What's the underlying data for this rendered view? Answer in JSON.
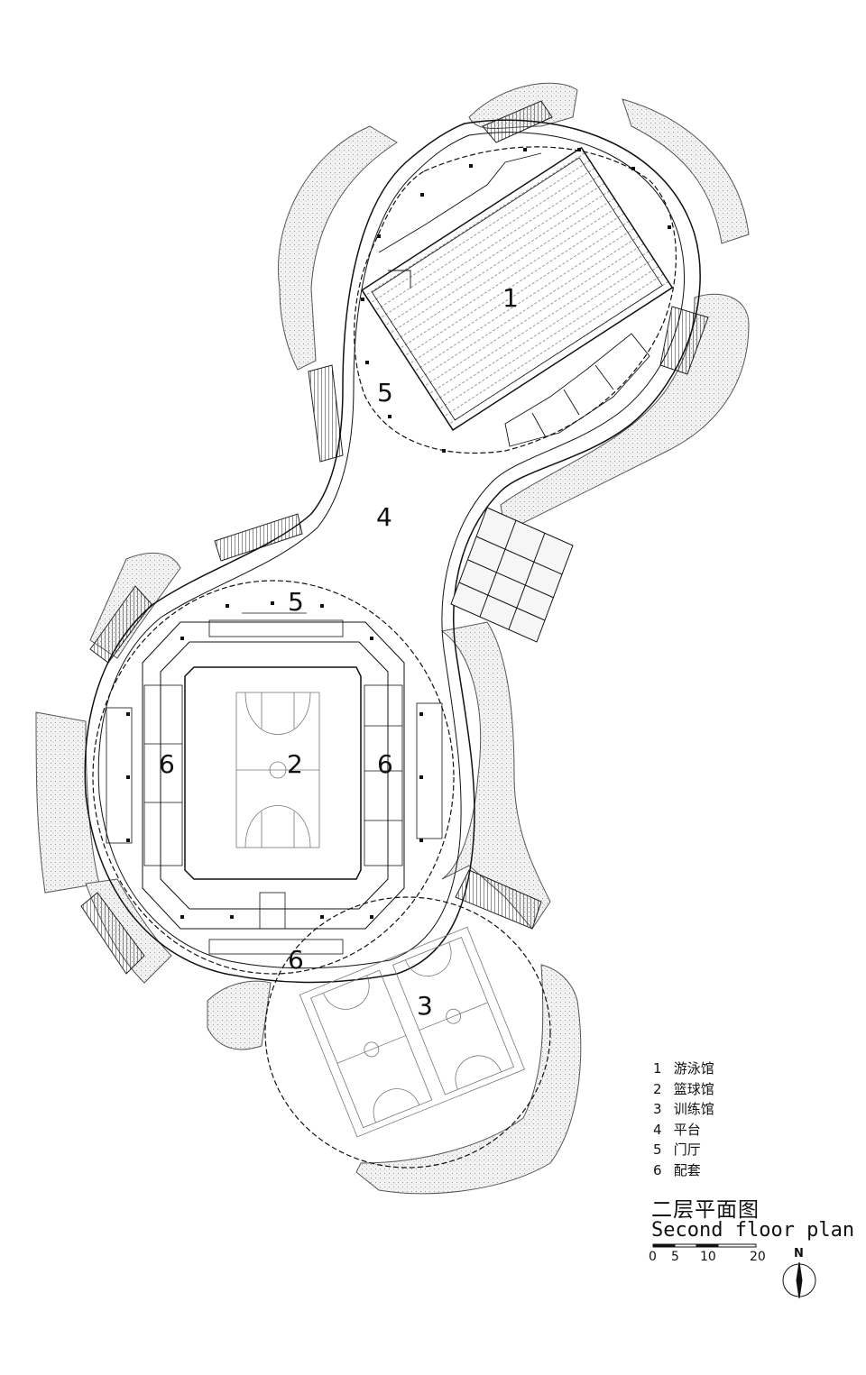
{
  "plan_labels": {
    "pool_hall": "1",
    "basketball_hall": "2",
    "training_hall": "3",
    "platform": "4",
    "lobby_north": "5",
    "lobby_south": "5",
    "support_west": "6",
    "support_east": "6",
    "support_south": "6"
  },
  "legend": [
    {
      "num": "1",
      "label": "游泳馆"
    },
    {
      "num": "2",
      "label": "篮球馆"
    },
    {
      "num": "3",
      "label": "训练馆"
    },
    {
      "num": "4",
      "label": "平台"
    },
    {
      "num": "5",
      "label": "门厅"
    },
    {
      "num": "6",
      "label": "配套"
    }
  ],
  "title": {
    "cn": "二层平面图",
    "en": "Second floor plan"
  },
  "scale_bar": {
    "ticks": [
      "0",
      "5",
      "10",
      "20"
    ]
  },
  "north": "N",
  "colors": {
    "line": "#111111",
    "landscape_fill": "#e6e6e6",
    "background": "#ffffff"
  }
}
